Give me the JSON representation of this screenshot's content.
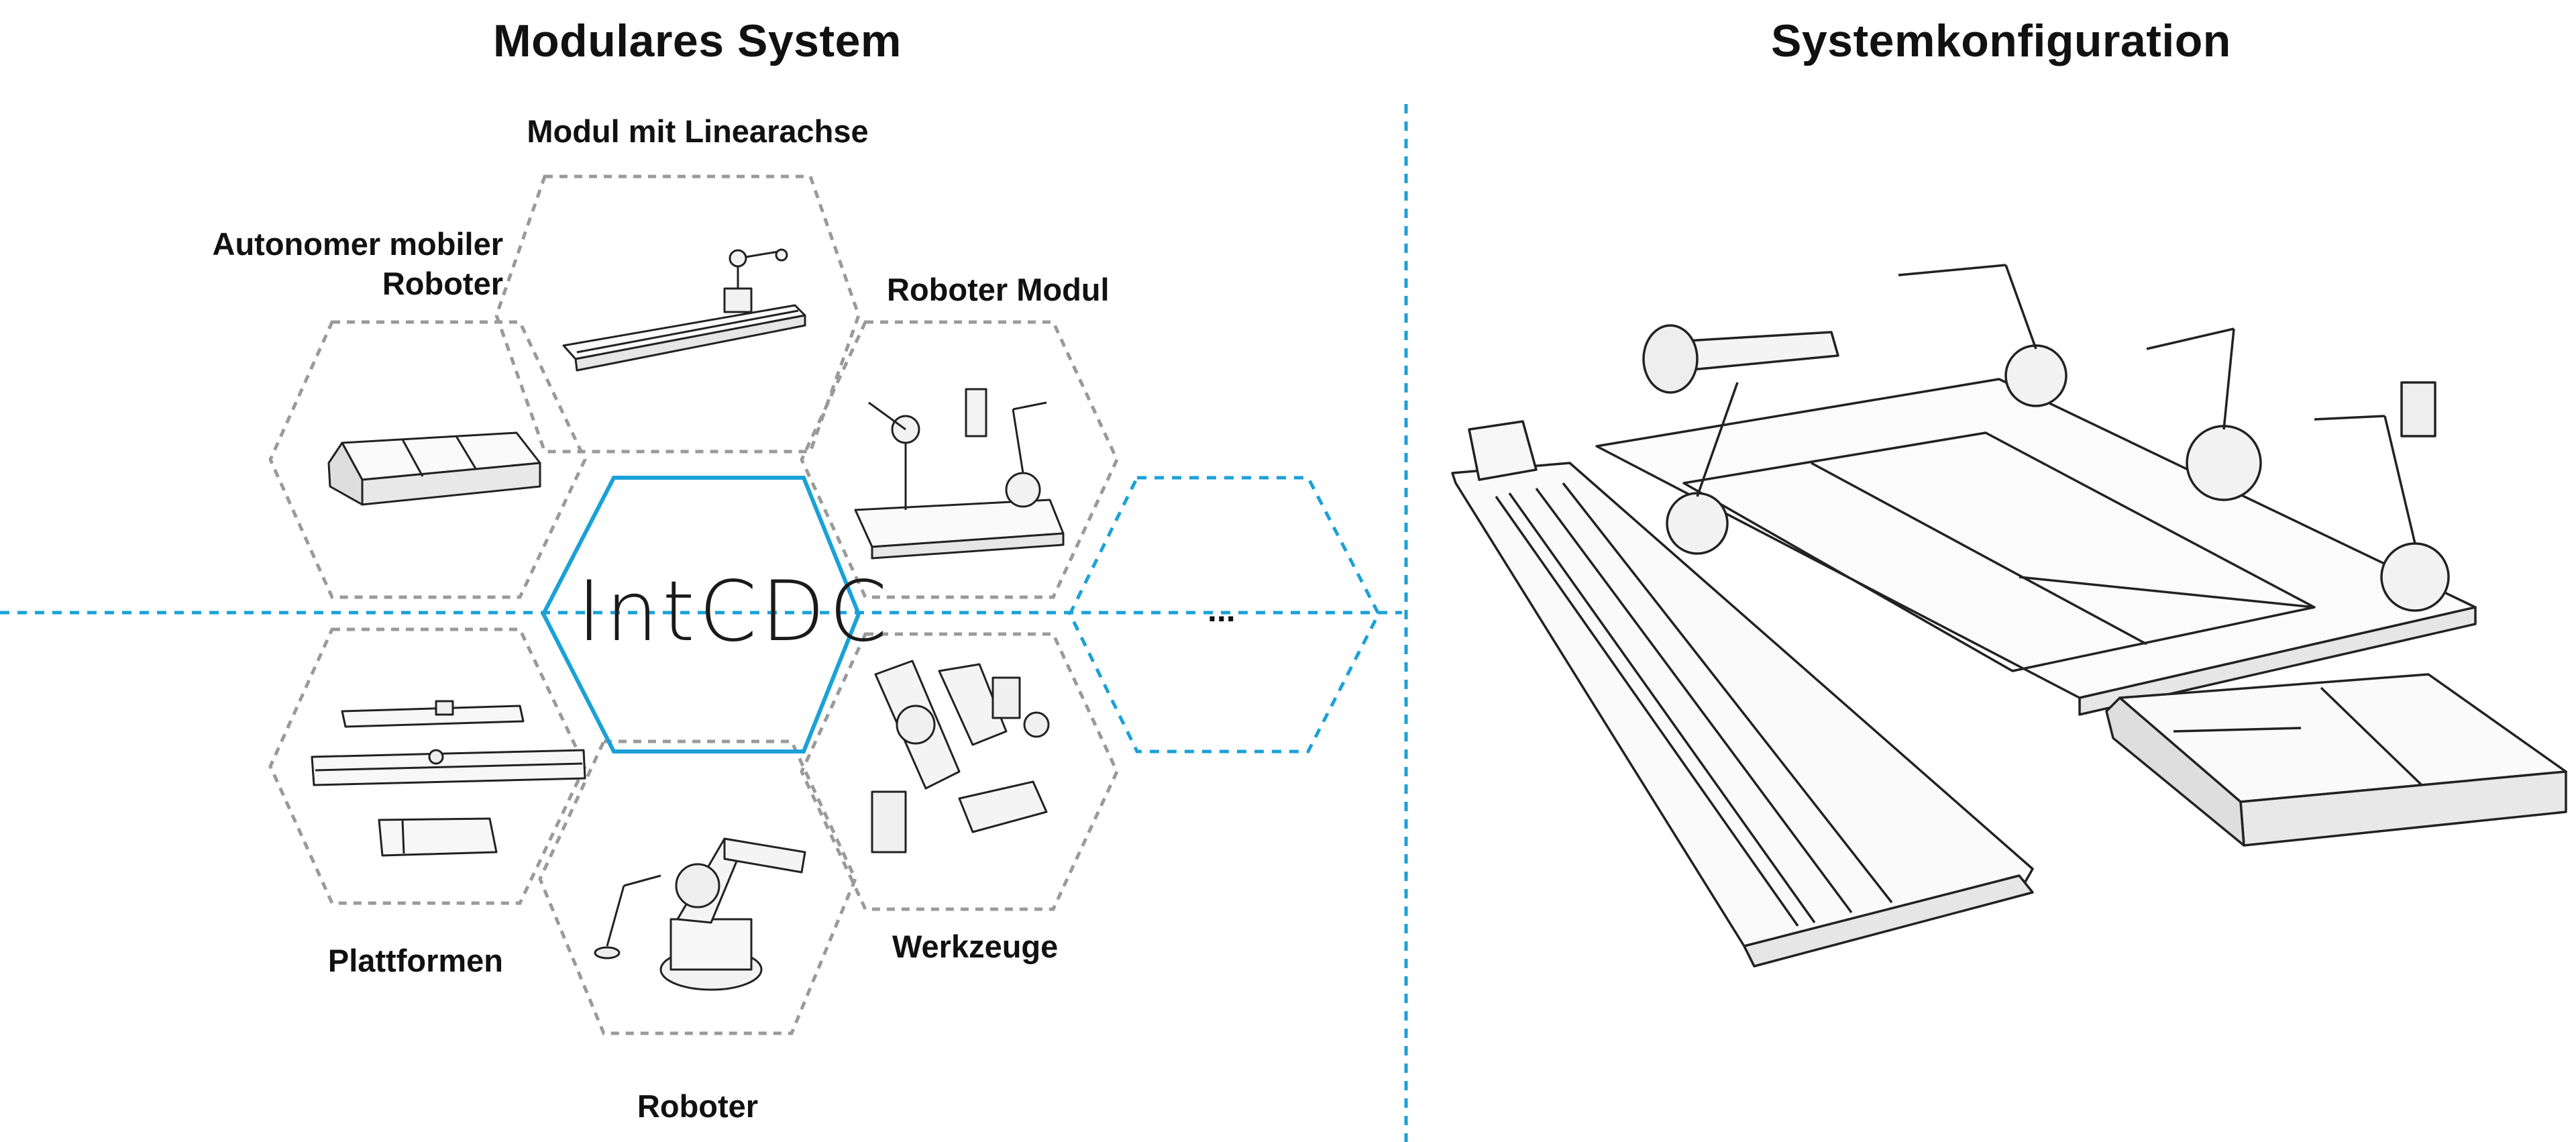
{
  "left": {
    "title": "Modulares System",
    "center_logo": "IntCDC",
    "more_symbol": "...",
    "modules": {
      "linear_axis": "Modul mit Linearachse",
      "amr": "Autonomer mobiler Roboter",
      "robot_module": "Roboter Modul",
      "platforms": "Plattformen",
      "tools": "Werkzeuge",
      "robots": "Roboter"
    }
  },
  "right": {
    "title": "Systemkonfiguration"
  },
  "colors": {
    "accent_blue": "#1aa1d8",
    "hex_grey": "#9a9a9a",
    "line_art": "#222222"
  }
}
